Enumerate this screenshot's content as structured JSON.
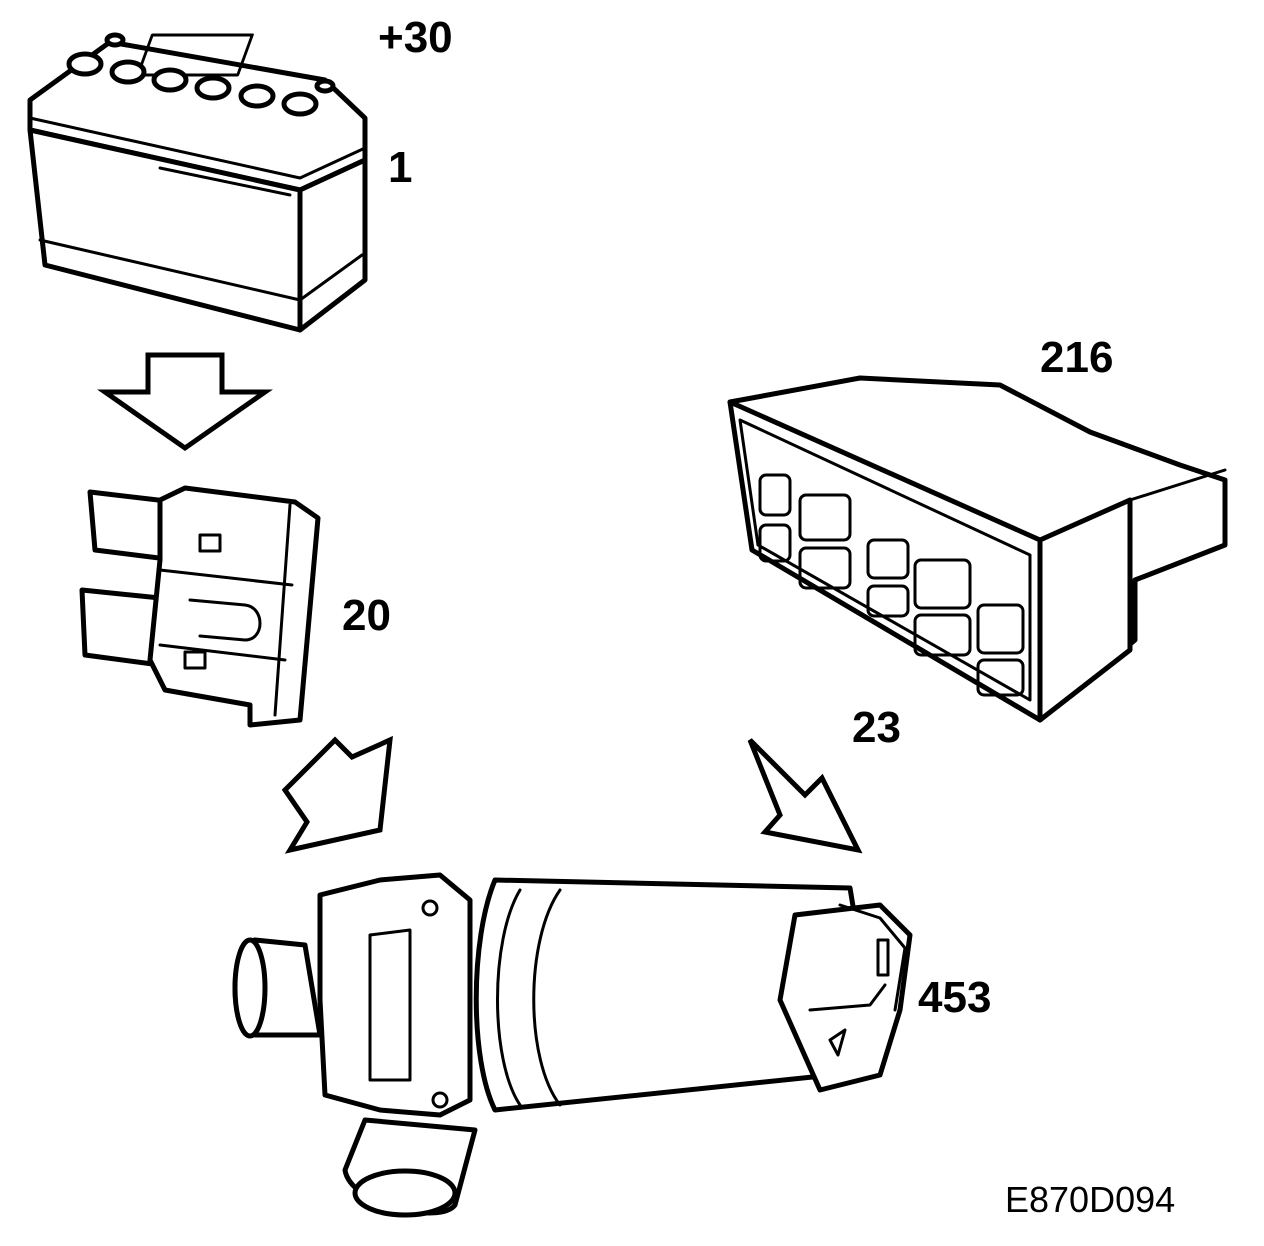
{
  "labels": {
    "battery_terminal": "+30",
    "battery": "1",
    "fuse": "20",
    "control_module": "216",
    "connection": "23",
    "pump": "453",
    "figure_code": "E870D094"
  },
  "colors": {
    "line": "#000000",
    "background": "#ffffff"
  }
}
